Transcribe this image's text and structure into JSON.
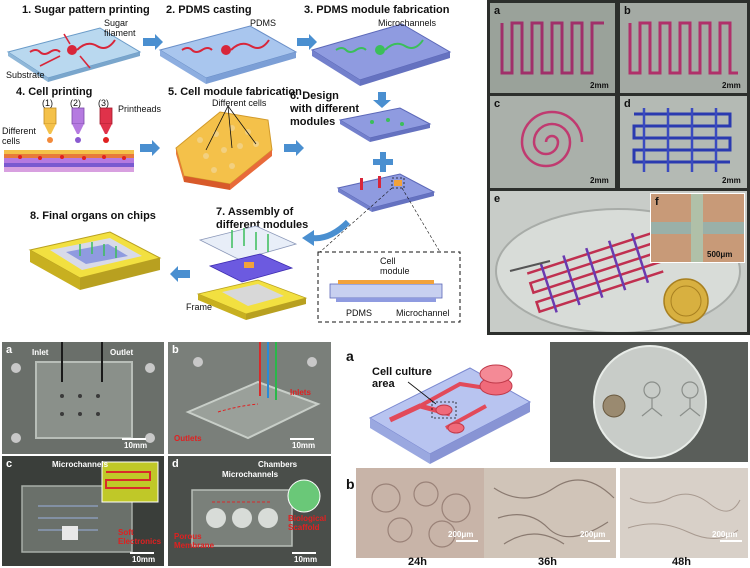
{
  "top_left": {
    "steps": {
      "s1": "1. Sugar pattern printing",
      "s2": "2. PDMS casting",
      "s3": "3. PDMS module fabrication",
      "s4": "4. Cell printing",
      "s5": "5. Cell module fabrication",
      "s6": "6. Design with different modules",
      "s7": "7. Assembly of different modules",
      "s8": "8. Final organs on chips"
    },
    "labels": {
      "sugar_filament": "Sugar filament",
      "substrate": "Substrate",
      "pdms_a": "PDMS",
      "microchannels": "Microchannels",
      "printheads": "Printheads",
      "n1": "(1)",
      "n2": "(2)",
      "n3": "(3)",
      "different_cells_a": "Different cells",
      "different_cells_b": "Different cells",
      "cell_module": "Cell module",
      "pdms_b": "PDMS",
      "microchannel": "Microchannel",
      "frame": "Frame"
    }
  },
  "top_right": {
    "letters": [
      "a",
      "b",
      "c",
      "d",
      "e",
      "f"
    ],
    "scale_2mm": "2mm",
    "scale_500": "500μm"
  },
  "bottom_left": {
    "letters": [
      "a",
      "b",
      "c",
      "d"
    ],
    "inlet": "Inlet",
    "outlet": "Outlet",
    "inlets": "Inlets",
    "outlets": "Outlets",
    "microchannels": "Microchannels",
    "soft_electronics": "Soft Electronics",
    "chambers": "Chambers",
    "porous_membrane": "Porous Membrane",
    "biological_scaffold": "Biological Scaffold",
    "scale_10mm": "10mm"
  },
  "bottom_right": {
    "letter_a": "a",
    "letter_b": "b",
    "cell_culture_area": "Cell culture area",
    "scale_200": "200μm",
    "times": [
      "24h",
      "36h",
      "48h"
    ]
  },
  "colors": {
    "chip_blue": "#8f9be0",
    "channel_red": "#d8263a",
    "channel_green": "#3bbf5a",
    "arrow_blue": "#4a8fd0",
    "photo_gray": "#6a6f6a"
  }
}
